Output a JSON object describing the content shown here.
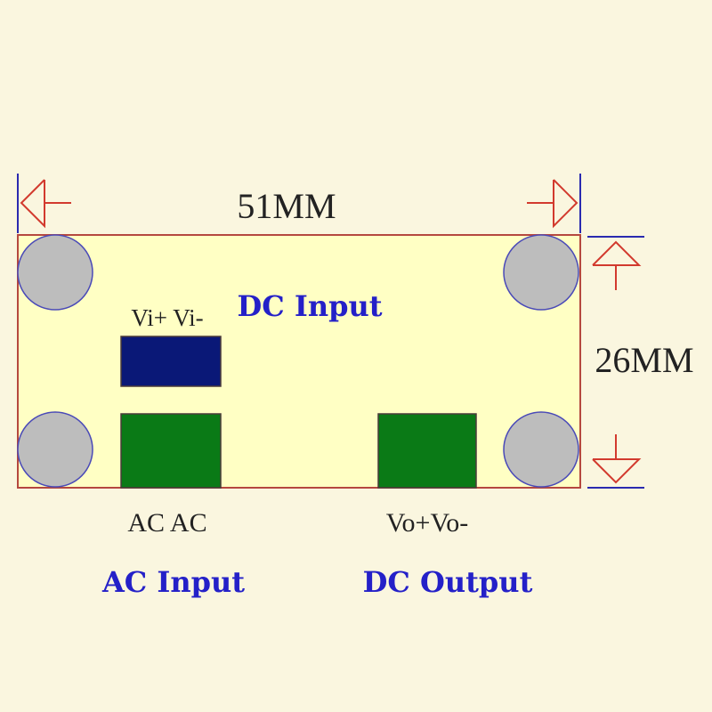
{
  "dimensions": {
    "width_label": "51MM",
    "height_label": "26MM"
  },
  "pins": {
    "dc_in": "Vi+ Vi-",
    "ac_in": "AC AC",
    "dc_out": "Vo+Vo-"
  },
  "labels": {
    "dc_input": "DC Input",
    "ac_input": "AC Input",
    "dc_output": "DC Output"
  },
  "colors": {
    "background": "#FAF6DF",
    "board": "#FFFFC4",
    "board_outline": "#B5483F",
    "dimension_lines": "#D23A2E",
    "mount_holes": "#BDBDBD",
    "dc_input_block": "#0A1877",
    "terminal_blocks": "#0A7A16",
    "label_blue": "#2420C8",
    "text_dark": "#222222"
  }
}
